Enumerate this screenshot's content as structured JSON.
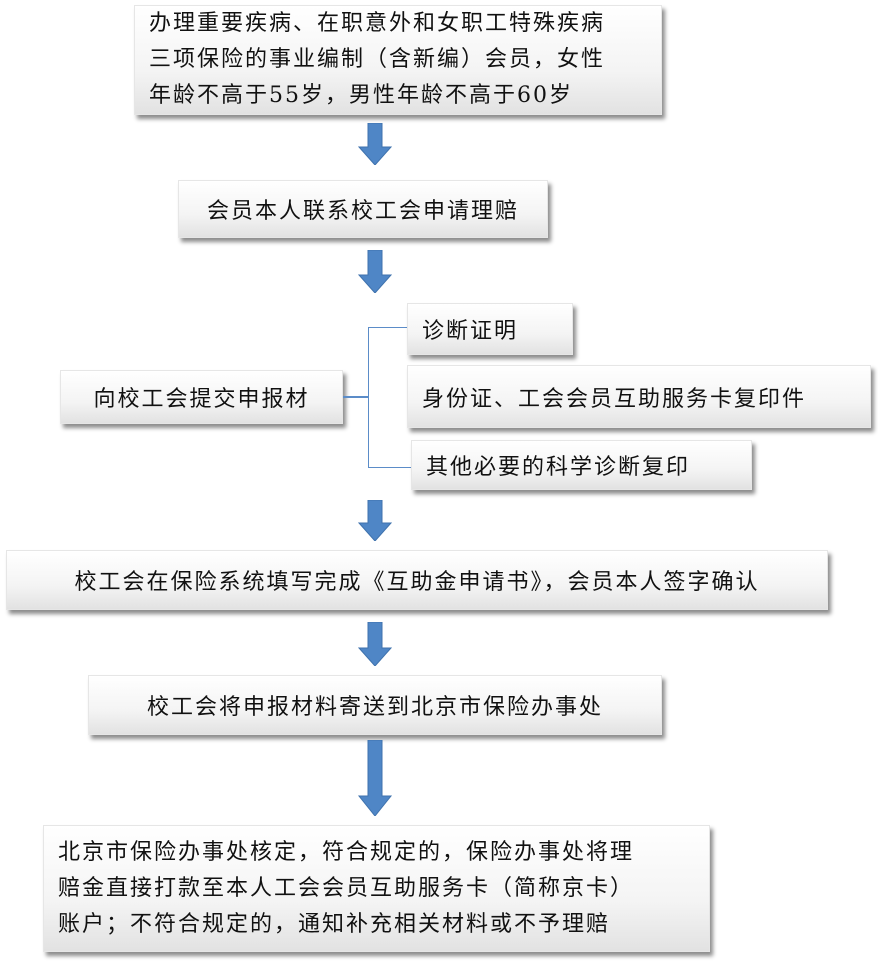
{
  "steps": {
    "eligibility": [
      "办理重要疾病、在职意外和女职工特殊疾病",
      "三项保险的事业编制（含新编）会员，女性",
      "年龄不高于55岁，男性年龄不高于60岁"
    ],
    "contact": "会员本人联系校工会申请理赔",
    "submit": "向校工会提交申报材",
    "materials": [
      "诊断证明",
      "身份证、工会会员互助服务卡复印件",
      "其他必要的科学诊断复印"
    ],
    "fill_form": "校工会在保险系统填写完成《互助金申请书》，会员本人签字确认",
    "send": "校工会将申报材料寄送到北京市保险办事处",
    "result": [
      "北京市保险办事处核定，符合规定的，保险办事处将理",
      "赔金直接打款至本人工会会员互助服务卡（简称京卡）",
      "账户；不符合规定的，通知补充相关材料或不予理赔"
    ]
  },
  "colors": {
    "arrow": "#4f86c6",
    "connector": "#5b8cc8"
  }
}
